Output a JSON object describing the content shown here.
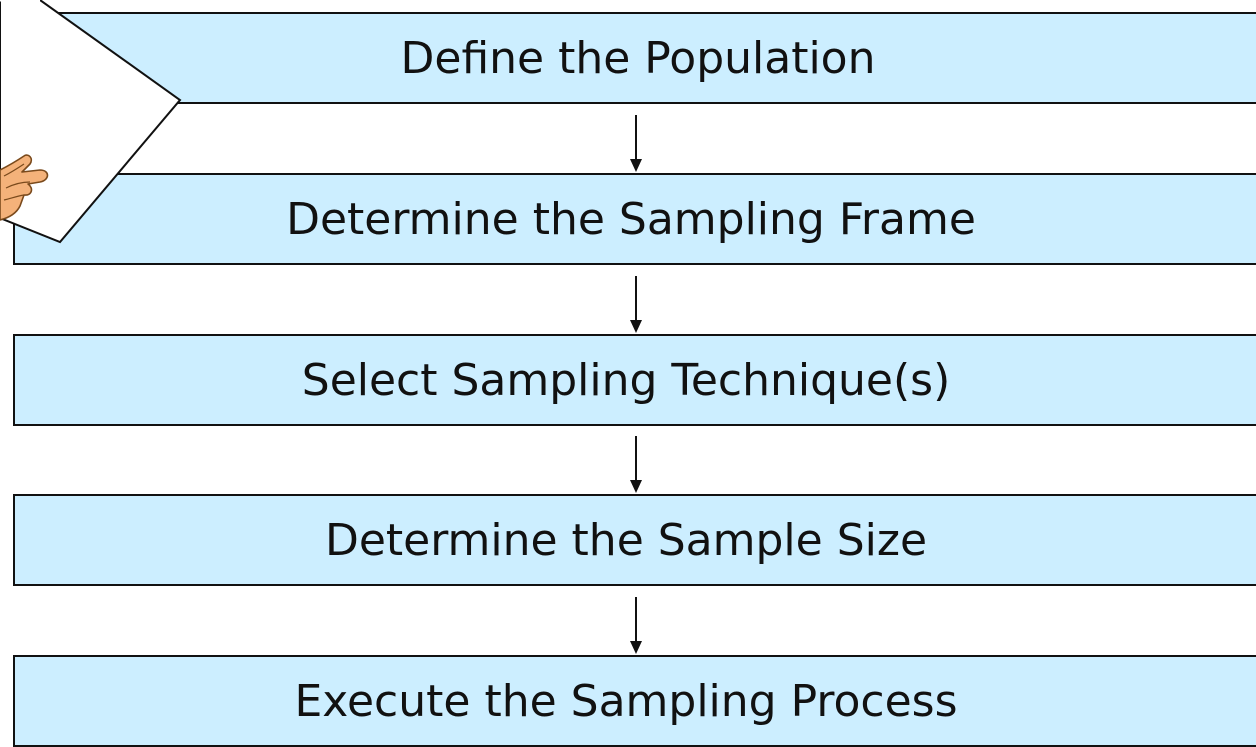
{
  "flow": {
    "steps": [
      {
        "label": "Define the Population"
      },
      {
        "label": "Determine the Sampling Frame"
      },
      {
        "label": "Select Sampling Technique(s)"
      },
      {
        "label": "Determine the Sample Size"
      },
      {
        "label": "Execute the Sampling Process"
      }
    ]
  },
  "colors": {
    "box_fill": "#cceeff",
    "border": "#111111",
    "hand": "#f4b27a"
  },
  "decorations": {
    "callout_icon": "paper-callout-icon",
    "hand_icon": "pointing-hand-icon"
  }
}
